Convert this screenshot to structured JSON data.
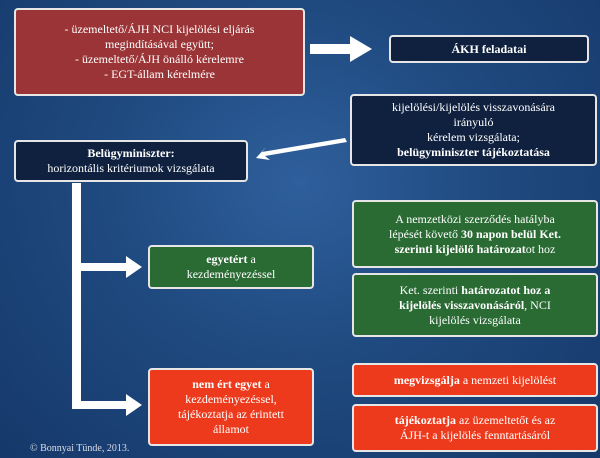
{
  "boxes": {
    "top_red": {
      "lines": [
        "- üzemeltető/ÁJH NCI kijelölési eljárás",
        "megindításával együtt;",
        "- üzemeltető/ÁJH önálló kérelemre",
        "- EGT-állam kérelmére"
      ]
    },
    "akh": {
      "title": "ÁKH feladatai"
    },
    "kijeloles": {
      "line1": "kijelölési/kijelölés visszavonására",
      "line2": "irányuló",
      "line3": "kérelem vizsgálata;",
      "line4": "belügyminiszter tájékoztatása"
    },
    "belugy": {
      "line1": "Belügyminiszter:",
      "line2": "horizontális kritériumok vizsgálata"
    },
    "egyetert": {
      "bold": "egyetért",
      "rest": " a",
      "line2": "kezdeményezéssel"
    },
    "nem_ert": {
      "bold": "nem ért egyet",
      "rest": " a",
      "line2": "kezdeményezéssel,",
      "line3": "tájékoztatja az érintett",
      "line4": "államot"
    },
    "nemzetkozi": {
      "line1": "A nemzetközi szerződés hatályba",
      "line2_a": "lépését követő ",
      "line2_b": "30 napon belül Ket.",
      "line3_a": "szerinti kijelölő határozat",
      "line3_b": "ot hoz"
    },
    "ket_visszavonas": {
      "line1_a": "Ket. szerinti ",
      "line1_b": "határozatot hoz a",
      "line2": "kijelölés visszavonásáról",
      "line2_b": ",  NCI",
      "line3": "kijelölés vizsgálata"
    },
    "megvizsgalja": {
      "bold": "megvizsgálja",
      "rest": " a nemzeti kijelölést"
    },
    "tajekoztatja": {
      "bold1": "tájékoztatja",
      "rest1": " az üzemeltetőt és az",
      "line2": "ÁJH-t a kijelölés fenntartásáról"
    }
  },
  "copyright": "© Bonnyai Tünde, 2013."
}
